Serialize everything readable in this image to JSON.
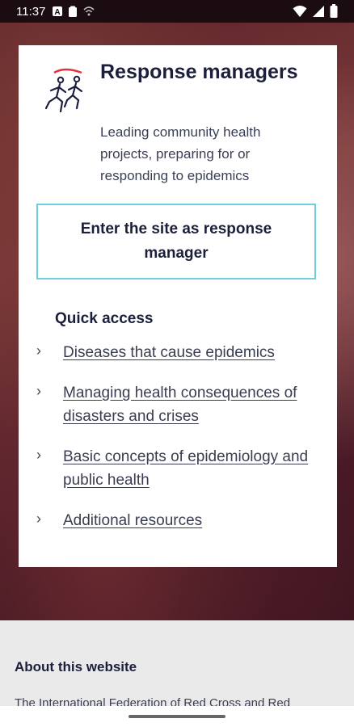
{
  "status_bar": {
    "time": "11:37",
    "icons_left": [
      "a-icon",
      "clipboard-icon",
      "hotspot-icon"
    ],
    "icons_right": [
      "wifi-icon",
      "signal-icon",
      "battery-icon"
    ]
  },
  "card": {
    "title": "Response managers",
    "description": "Leading community health projects, preparing for or responding to epidemics",
    "enter_button": "Enter the site as response manager",
    "quick_access": {
      "title": "Quick access",
      "items": [
        {
          "label": "Diseases that cause epidemics"
        },
        {
          "label": "Managing health consequences of disasters and crises"
        },
        {
          "label": "Basic concepts of epidemiology and public health"
        },
        {
          "label": "Additional resources"
        }
      ]
    }
  },
  "about": {
    "title": "About this website",
    "text": "The International Federation of Red Cross and Red"
  },
  "colors": {
    "accent_border": "#6fd0dc",
    "title_text": "#1b1f3b",
    "logo_red": "#e5333b"
  }
}
